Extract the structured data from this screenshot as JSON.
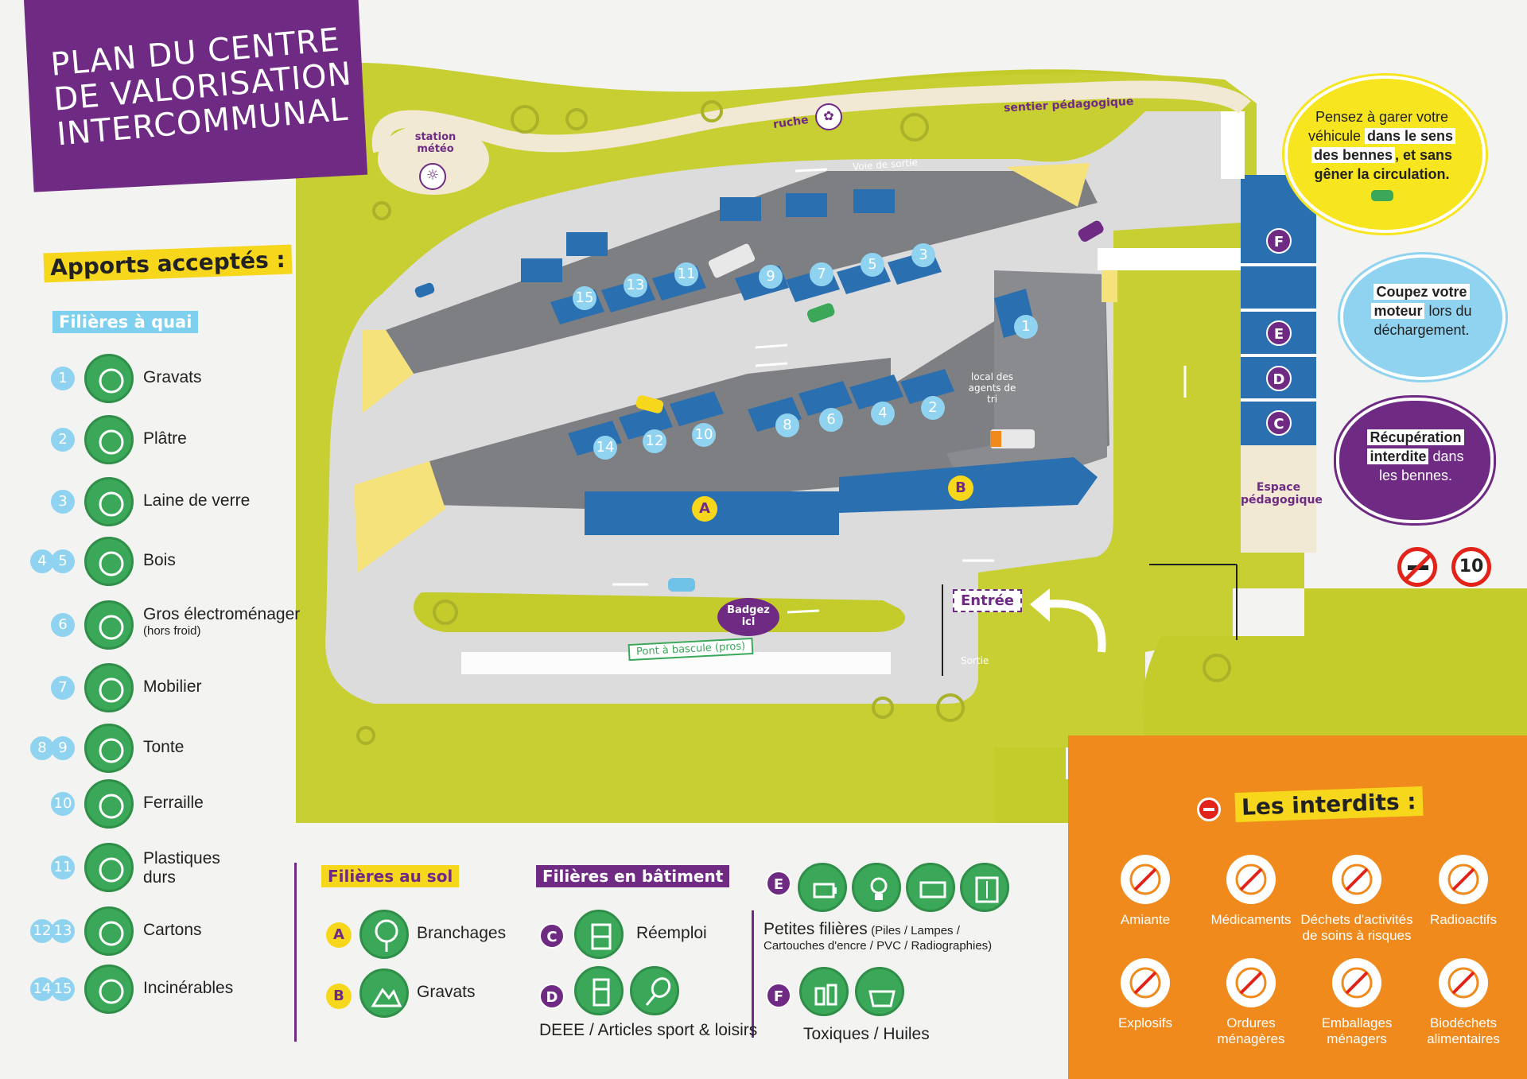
{
  "title": {
    "line1": "PLAN DU CENTRE",
    "line2": "DE VALORISATION",
    "line3": "INTERCOMMUNAL"
  },
  "apports": {
    "heading": "Apports acceptés :",
    "quai_heading": "Filières à quai",
    "items": [
      {
        "nums": [
          "1"
        ],
        "label": "Gravats",
        "icon": "rubble-icon"
      },
      {
        "nums": [
          "2"
        ],
        "label": "Plâtre",
        "icon": "plaster-icon"
      },
      {
        "nums": [
          "3"
        ],
        "label": "Laine de verre",
        "icon": "glass-wool-icon"
      },
      {
        "nums": [
          "4",
          "5"
        ],
        "label": "Bois",
        "icon": "wood-pallet-icon"
      },
      {
        "nums": [
          "6"
        ],
        "label": "Gros électroménager",
        "sub": "(hors froid)",
        "icon": "washing-machine-icon"
      },
      {
        "nums": [
          "7"
        ],
        "label": "Mobilier",
        "icon": "furniture-icon"
      },
      {
        "nums": [
          "8",
          "9"
        ],
        "label": "Tonte",
        "icon": "lawnmower-icon"
      },
      {
        "nums": [
          "10"
        ],
        "label": "Ferraille",
        "icon": "scrap-metal-icon"
      },
      {
        "nums": [
          "11"
        ],
        "label": "Plastiques durs",
        "label_a": "Plastiques",
        "label_b": "durs",
        "icon": "watering-can-icon"
      },
      {
        "nums": [
          "12",
          "13"
        ],
        "label": "Cartons",
        "icon": "cardboard-icon"
      },
      {
        "nums": [
          "14",
          "15"
        ],
        "label": "Incinérables",
        "icon": "fire-icon"
      }
    ]
  },
  "sol": {
    "heading": "Filières au sol",
    "items": [
      {
        "letter": "A",
        "label": "Branchages",
        "icon": "tree-icon"
      },
      {
        "letter": "B",
        "label": "Gravats",
        "icon": "rubble-icon"
      }
    ]
  },
  "batiment": {
    "heading": "Filières en bâtiment",
    "c_label": "Réemploi",
    "d_label": "DEEE / Articles sport & loisirs",
    "e_label": "Petites filières",
    "e_sub1": "(Piles / Lampes /",
    "e_sub2": "Cartouches d'encre / PVC / Radiographies)",
    "f_label": "Toxiques / Huiles",
    "letters": [
      "C",
      "D",
      "E",
      "F"
    ]
  },
  "interdits": {
    "heading": "Les interdits :",
    "items": [
      {
        "label1": "Amiante",
        "label2": "",
        "icon": "asbestos-icon"
      },
      {
        "label1": "Médicaments",
        "label2": "",
        "icon": "medicine-icon"
      },
      {
        "label1": "Déchets d'activités",
        "label2": "de soins à risques",
        "icon": "syringe-icon"
      },
      {
        "label1": "Radioactifs",
        "label2": "",
        "icon": "radioactive-icon"
      },
      {
        "label1": "Explosifs",
        "label2": "",
        "icon": "explosive-icon"
      },
      {
        "label1": "Ordures",
        "label2": "ménagères",
        "icon": "garbage-icon"
      },
      {
        "label1": "Emballages",
        "label2": "ménagers",
        "icon": "packaging-icon"
      },
      {
        "label1": "Biodéchets",
        "label2": "alimentaires",
        "icon": "biowaste-icon"
      }
    ]
  },
  "map": {
    "station": "station",
    "meteo": "météo",
    "ruche": "ruche",
    "sentier": "sentier pédagogique",
    "voie_sortie": "Voie de sortie",
    "local1": "local des",
    "local2": "agents de",
    "local3": "tri",
    "espace1": "Espace",
    "espace2": "pédagogique",
    "entree": "Entrée",
    "sortie": "Sortie",
    "badgez1": "Badgez",
    "badgez2": "ici",
    "pont": "Pont à bascule (pros)",
    "speed": "10",
    "upper_bays": [
      "15",
      "13",
      "11",
      "9",
      "7",
      "5",
      "3"
    ],
    "lower_bays": [
      "14",
      "12",
      "10",
      "8",
      "6",
      "4",
      "2"
    ],
    "bay1": "1",
    "platform_a": "A",
    "platform_b": "B",
    "side_letters": [
      "F",
      "E",
      "D",
      "C"
    ]
  },
  "bubbles": {
    "garer": {
      "l1": "Pensez à garer votre",
      "l2a": "véhicule ",
      "l2b": "dans le sens",
      "l3a": "des bennes",
      "l3b": ", et sans",
      "l4": "gêner la circulation."
    },
    "moteur": {
      "l1a": "Coupez votre",
      "l2a": "moteur",
      "l2b": " lors du",
      "l3": "déchargement."
    },
    "recup": {
      "l1": "Récupération",
      "l2a": "interdite",
      "l2b": " dans",
      "l3": "les bennes."
    }
  },
  "colors": {
    "purple": "#6f2a83",
    "green": "#3aa858",
    "lime": "#c4cc2c",
    "orange": "#f08a1c",
    "blue": "#2a6fb0",
    "yellow": "#f7d71c",
    "cyan": "#8fd3f0"
  }
}
